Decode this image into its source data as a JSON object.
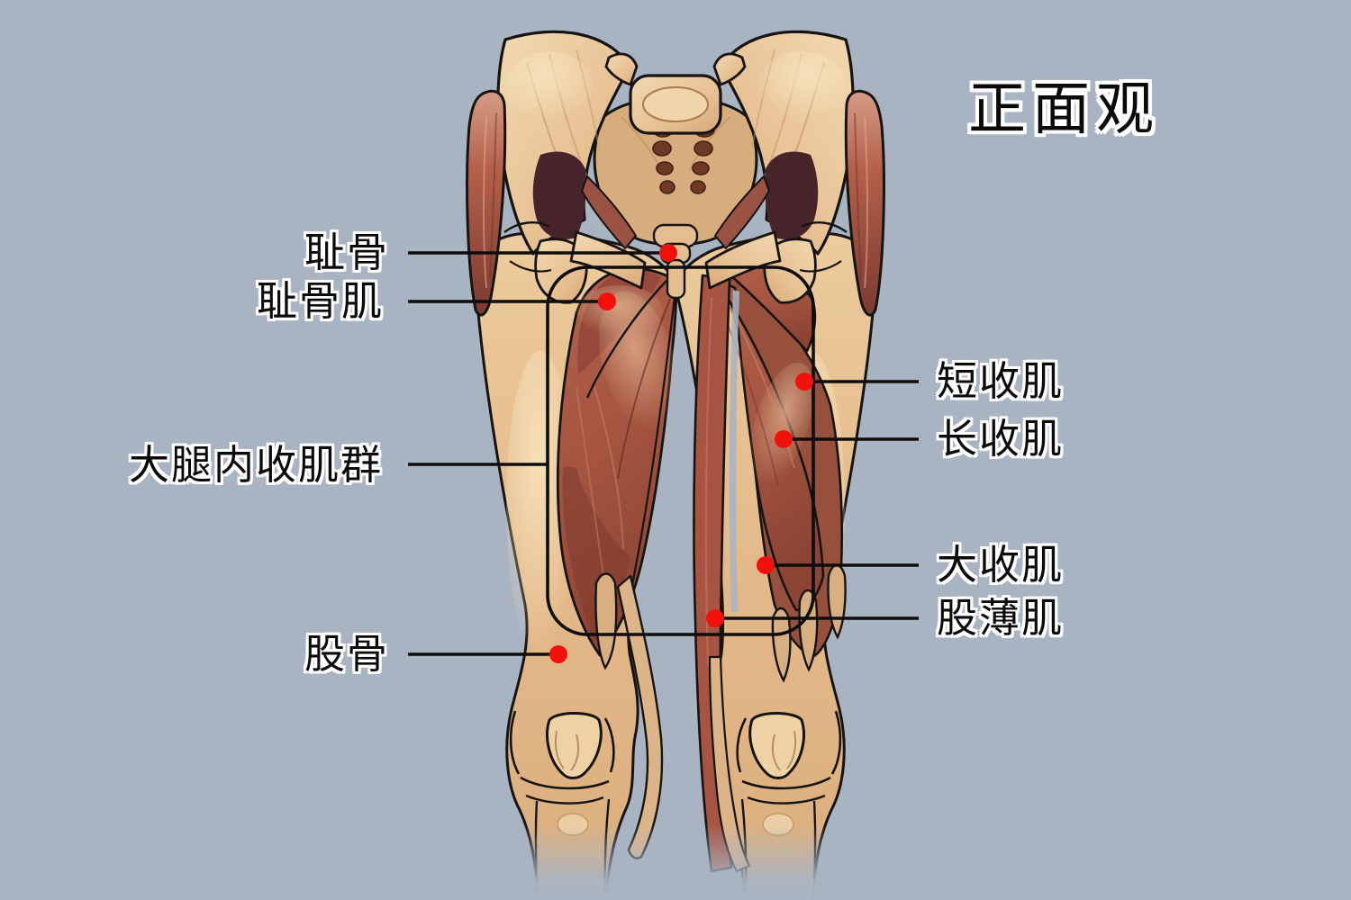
{
  "view_title": "正面观",
  "labels": {
    "pubis": "耻骨",
    "pectineus": "耻骨肌",
    "adductor_group": "大腿内收肌群",
    "femur": "股骨",
    "adductor_brevis": "短收肌",
    "adductor_longus": "长收肌",
    "adductor_magnus": "大收肌",
    "gracilis": "股薄肌"
  },
  "colors": {
    "background": "#a9b4c3",
    "bone_light": "#f0d6ac",
    "bone_mid": "#e2ba8c",
    "bone_deep": "#d2a274",
    "muscle": "#a85a48",
    "muscle_dark": "#7c3b31",
    "deep_shadow": "#46242a",
    "marker_red": "#f2120c",
    "leader_line": "#0d0d0d",
    "label_text": "#0a0a0a",
    "label_halo": "#ffffff"
  }
}
